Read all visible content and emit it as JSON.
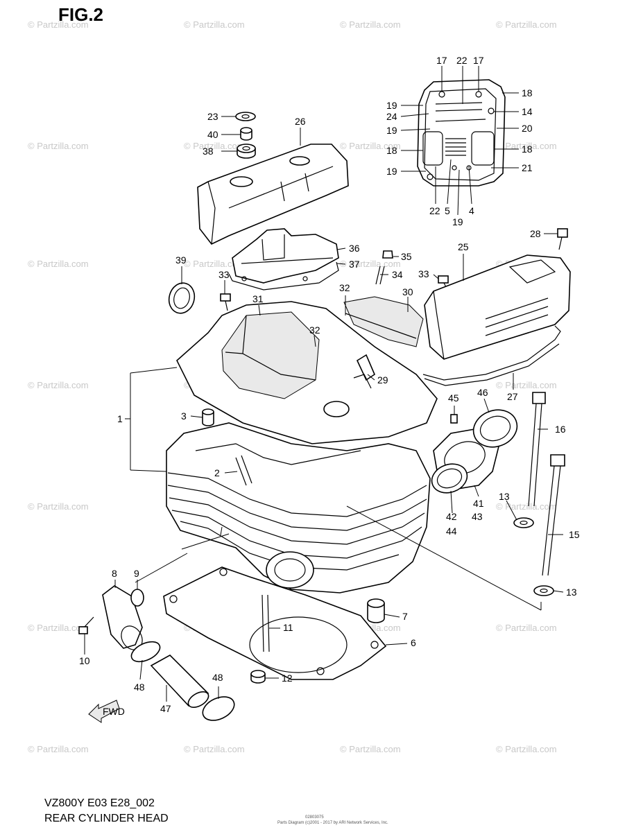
{
  "figure": {
    "title": "FIG.2",
    "model_code": "VZ800Y E03 E28_002",
    "part_name": "REAR CYLINDER HEAD",
    "footer_code": "02803075",
    "footer_copyright": "Parts Diagram (c)2001 - 2017 by ARI Network Services, Inc.",
    "watermark": "© Partzilla.com"
  },
  "callouts": [
    {
      "id": "c1",
      "label": "1"
    },
    {
      "id": "c2",
      "label": "2"
    },
    {
      "id": "c3",
      "label": "3"
    },
    {
      "id": "c4",
      "label": "4"
    },
    {
      "id": "c5",
      "label": "5"
    },
    {
      "id": "c6",
      "label": "6"
    },
    {
      "id": "c7",
      "label": "7"
    },
    {
      "id": "c8",
      "label": "8"
    },
    {
      "id": "c9",
      "label": "9"
    },
    {
      "id": "c10",
      "label": "10"
    },
    {
      "id": "c11",
      "label": "11"
    },
    {
      "id": "c12",
      "label": "12"
    },
    {
      "id": "c13a",
      "label": "13"
    },
    {
      "id": "c13b",
      "label": "13"
    },
    {
      "id": "c14",
      "label": "14"
    },
    {
      "id": "c15",
      "label": "15"
    },
    {
      "id": "c16",
      "label": "16"
    },
    {
      "id": "c17a",
      "label": "17"
    },
    {
      "id": "c17b",
      "label": "17"
    },
    {
      "id": "c18a",
      "label": "18"
    },
    {
      "id": "c18b",
      "label": "18"
    },
    {
      "id": "c18c",
      "label": "18"
    },
    {
      "id": "c19a",
      "label": "19"
    },
    {
      "id": "c19b",
      "label": "19"
    },
    {
      "id": "c19c",
      "label": "19"
    },
    {
      "id": "c19d",
      "label": "19"
    },
    {
      "id": "c20",
      "label": "20"
    },
    {
      "id": "c21",
      "label": "21"
    },
    {
      "id": "c22a",
      "label": "22"
    },
    {
      "id": "c22b",
      "label": "22"
    },
    {
      "id": "c23",
      "label": "23"
    },
    {
      "id": "c24",
      "label": "24"
    },
    {
      "id": "c25",
      "label": "25"
    },
    {
      "id": "c26",
      "label": "26"
    },
    {
      "id": "c27",
      "label": "27"
    },
    {
      "id": "c28",
      "label": "28"
    },
    {
      "id": "c29",
      "label": "29"
    },
    {
      "id": "c30",
      "label": "30"
    },
    {
      "id": "c31",
      "label": "31"
    },
    {
      "id": "c32a",
      "label": "32"
    },
    {
      "id": "c32b",
      "label": "32"
    },
    {
      "id": "c33a",
      "label": "33"
    },
    {
      "id": "c33b",
      "label": "33"
    },
    {
      "id": "c34",
      "label": "34"
    },
    {
      "id": "c35",
      "label": "35"
    },
    {
      "id": "c36",
      "label": "36"
    },
    {
      "id": "c37",
      "label": "37"
    },
    {
      "id": "c38",
      "label": "38"
    },
    {
      "id": "c39",
      "label": "39"
    },
    {
      "id": "c40",
      "label": "40"
    },
    {
      "id": "c41",
      "label": "41"
    },
    {
      "id": "c42",
      "label": "42"
    },
    {
      "id": "c43",
      "label": "43"
    },
    {
      "id": "c44",
      "label": "44"
    },
    {
      "id": "c45",
      "label": "45"
    },
    {
      "id": "c46",
      "label": "46"
    },
    {
      "id": "c47",
      "label": "47"
    },
    {
      "id": "c48a",
      "label": "48"
    },
    {
      "id": "c48b",
      "label": "48"
    }
  ],
  "fwd_arrow": {
    "label": "FWD"
  }
}
